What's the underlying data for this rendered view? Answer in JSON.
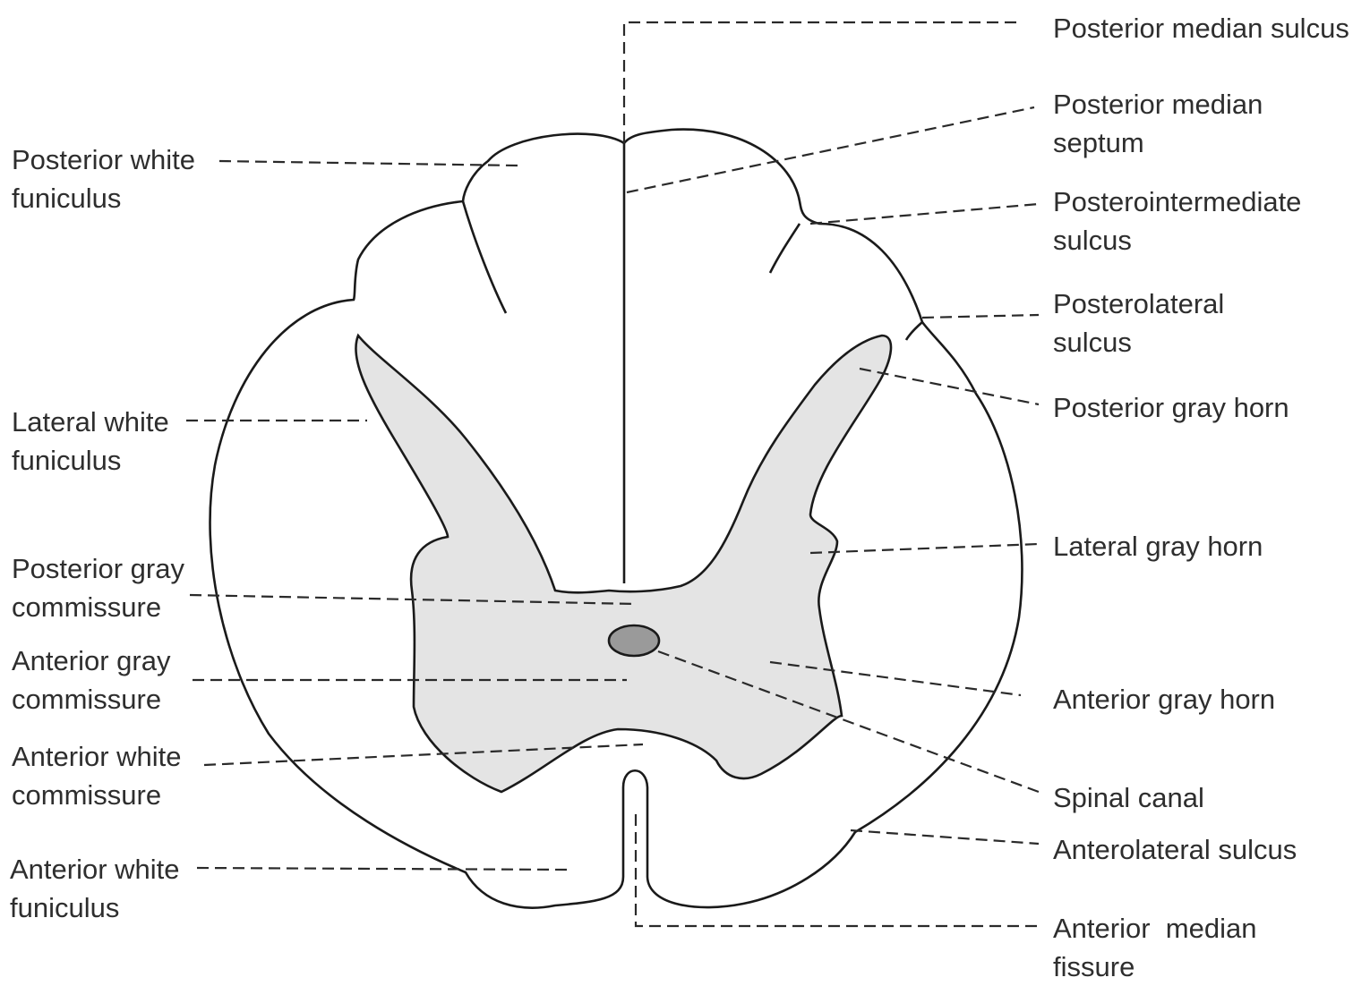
{
  "labels": {
    "posterior_median_sulcus": [
      "Posterior median sulcus"
    ],
    "posterior_median_septum": [
      "Posterior median",
      "septum"
    ],
    "posterointermediate_sulcus": [
      "Posterointermediate",
      "sulcus"
    ],
    "posterolateral_sulcus": [
      "Posterolateral",
      "sulcus"
    ],
    "posterior_gray_horn": [
      "Posterior gray horn"
    ],
    "lateral_gray_horn": [
      "Lateral gray horn"
    ],
    "anterior_gray_horn": [
      "Anterior gray horn"
    ],
    "spinal_canal": [
      "Spinal canal"
    ],
    "anterolateral_sulcus": [
      "Anterolateral sulcus"
    ],
    "anterior_median_fissure": [
      "Anterior  median",
      "fissure"
    ],
    "posterior_white_funiculus": [
      "Posterior white",
      "funiculus"
    ],
    "lateral_white_funiculus": [
      "Lateral white",
      "funiculus"
    ],
    "posterior_gray_commissure": [
      "Posterior gray",
      "commissure"
    ],
    "anterior_gray_commissure": [
      "Anterior gray",
      "commissure"
    ],
    "anterior_white_commissure": [
      "Anterior white",
      "commissure"
    ],
    "anterior_white_funiculus": [
      "Anterior white",
      "funiculus"
    ]
  },
  "colors": {
    "gray_matter": "#e4e4e4",
    "spinal_canal": "#9a9a9a",
    "line": "#1a1a1a"
  }
}
